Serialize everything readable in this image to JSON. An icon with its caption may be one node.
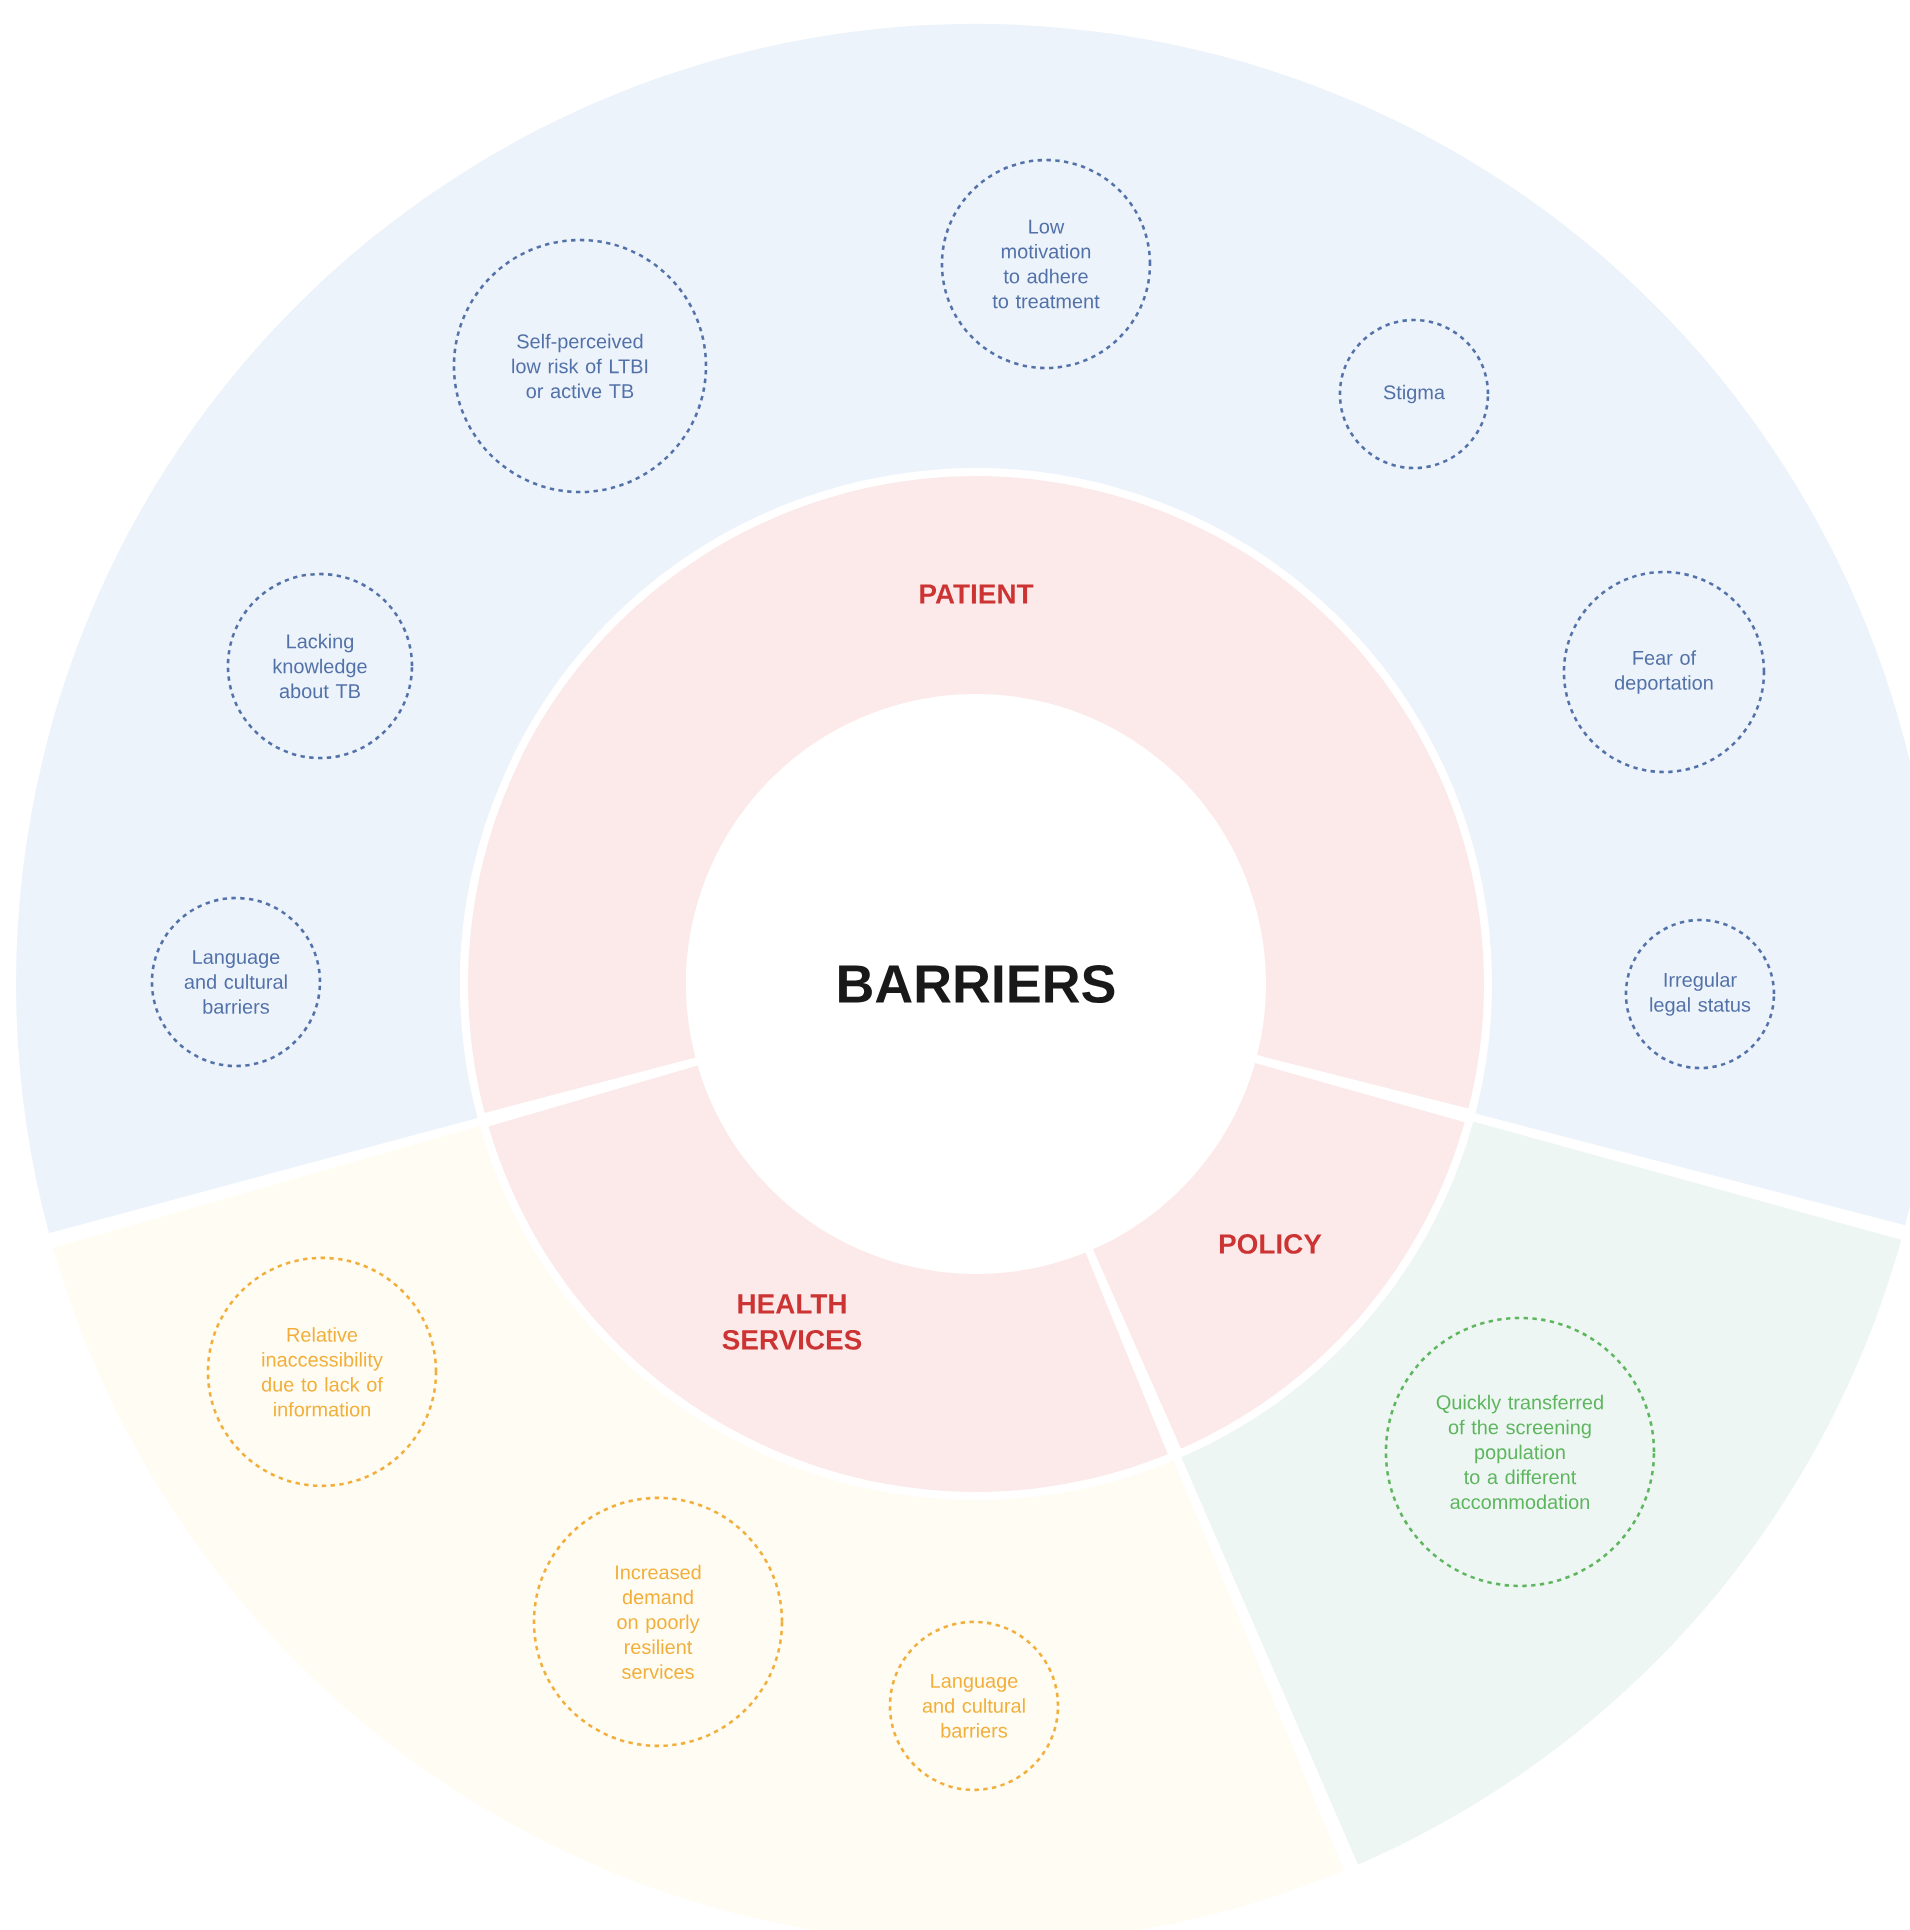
{
  "diagram": {
    "nodes": [
      {
        "text": [],
        "shape": "band"
      },
      {
        "text": [
          "Self-perceived low risk of LTBI or active TB"
        ],
        "in": 0
      },
      {
        "text": [
          "Low motivation to adhere to treatment"
        ],
        "in": 0
      },
      {
        "text": [
          "Stigma"
        ],
        "in": 0
      },
      {
        "text": [
          "Lacking knowledge about TB"
        ],
        "in": 0
      },
      {
        "text": [
          "Fear of deportation"
        ],
        "in": 0
      },
      {
        "text": [
          "Language and cultural barriers"
        ],
        "in": 0
      },
      {
        "text": [
          "Irregular legal status"
        ],
        "in": 0
      },
      {
        "text": [],
        "shape": "band"
      },
      {
        "text": [
          "Relative inaccessibility due to lack of information"
        ],
        "in": 8
      },
      {
        "text": [
          "Increased demand on poorly resilient services"
        ],
        "in": 8
      },
      {
        "text": [
          "Language and cultural barriers"
        ],
        "in": 8
      },
      {
        "text": [],
        "shape": "band"
      },
      {
        "text": [
          "Quickly transferred of the screening population to a different accommodation"
        ],
        "in": 12
      },
      {
        "text": [
          "PATIENT"
        ]
      },
      {
        "text": [
          "HEALTH SERVICES"
        ]
      },
      {
        "text": [
          "POLICY"
        ]
      },
      {
        "text": [
          "BARRIERS"
        ]
      }
    ]
  }
}
